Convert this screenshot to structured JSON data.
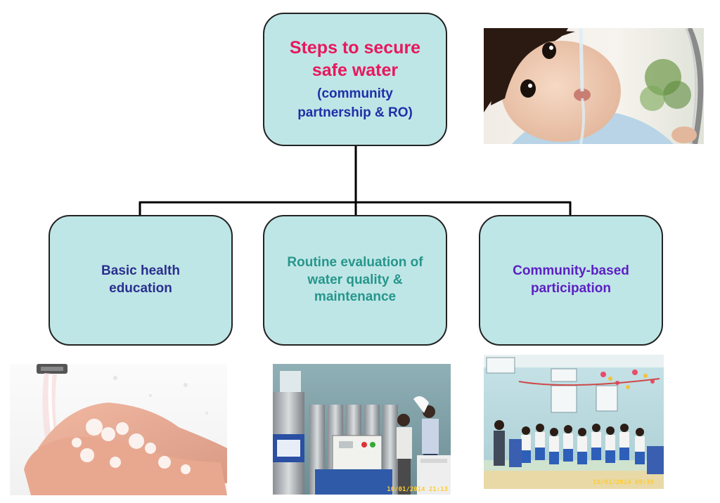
{
  "colors": {
    "box_fill": "#bfe6e6",
    "box_border": "#222222",
    "title": "#e8175d",
    "subtitle": "#1f2fa8",
    "child_1": "#2a2f8f",
    "child_2": "#26968c",
    "child_3": "#5b1fc4"
  },
  "root": {
    "title": "Steps to secure safe water",
    "subtitle": "(community partnership & RO)"
  },
  "children": [
    {
      "label": "Basic health education",
      "color": "#2a2f8f"
    },
    {
      "label": "Routine evaluation of water quality & maintenance",
      "color": "#26968c"
    },
    {
      "label": "Community-based participation",
      "color": "#5b1fc4"
    }
  ],
  "photos": {
    "child_drinking": {
      "description_icon": "child-drinking-photo"
    },
    "hand_washing": {
      "description_icon": "hand-washing-photo"
    },
    "ro_system": {
      "description_icon": "ro-system-photo",
      "stamp": "10/01/2014 21:13"
    },
    "classroom": {
      "description_icon": "classroom-photo",
      "stamp": "10/01/2014 09:39"
    }
  }
}
